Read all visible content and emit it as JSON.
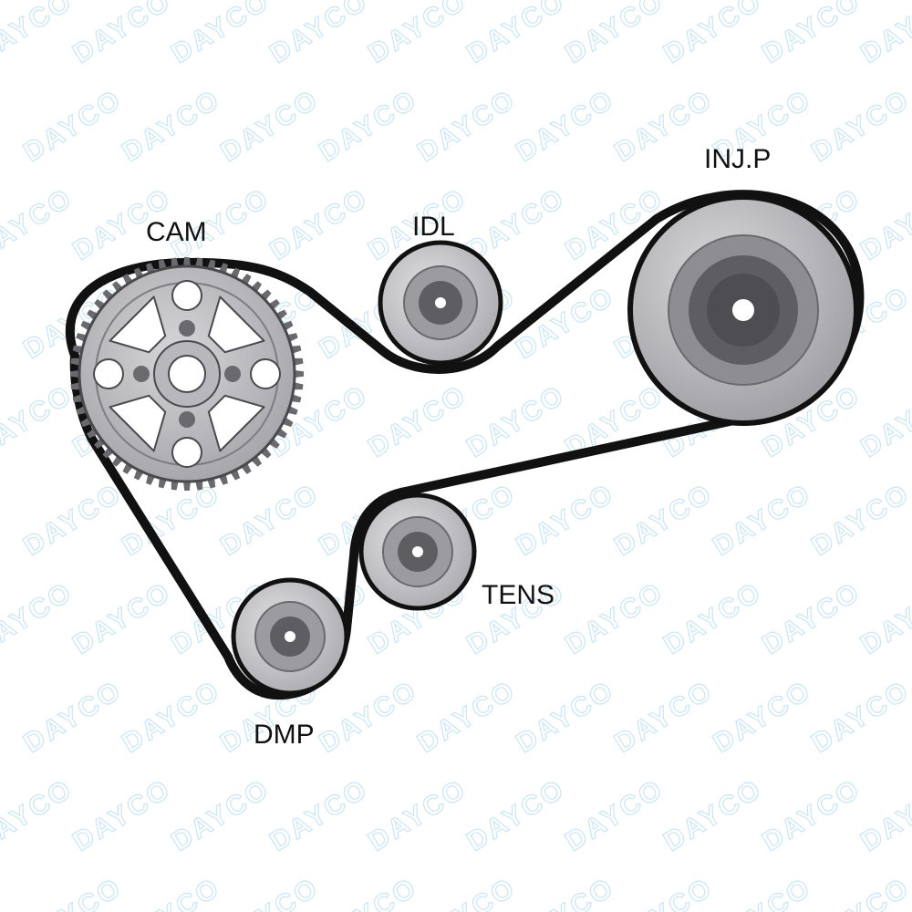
{
  "diagram": {
    "labels": {
      "cam": "CAM",
      "idl": "IDL",
      "injp": "INJ.P",
      "tens": "TENS",
      "dmp": "DMP"
    },
    "watermark": "DAYCO",
    "colors": {
      "belt": "#111111",
      "pulley_light": "#c8c8ca",
      "pulley_mid": "#a4a4a8",
      "pulley_dark": "#5e5e62",
      "hub": "#7a7a7e",
      "watermark": "#9fd0ec"
    }
  }
}
